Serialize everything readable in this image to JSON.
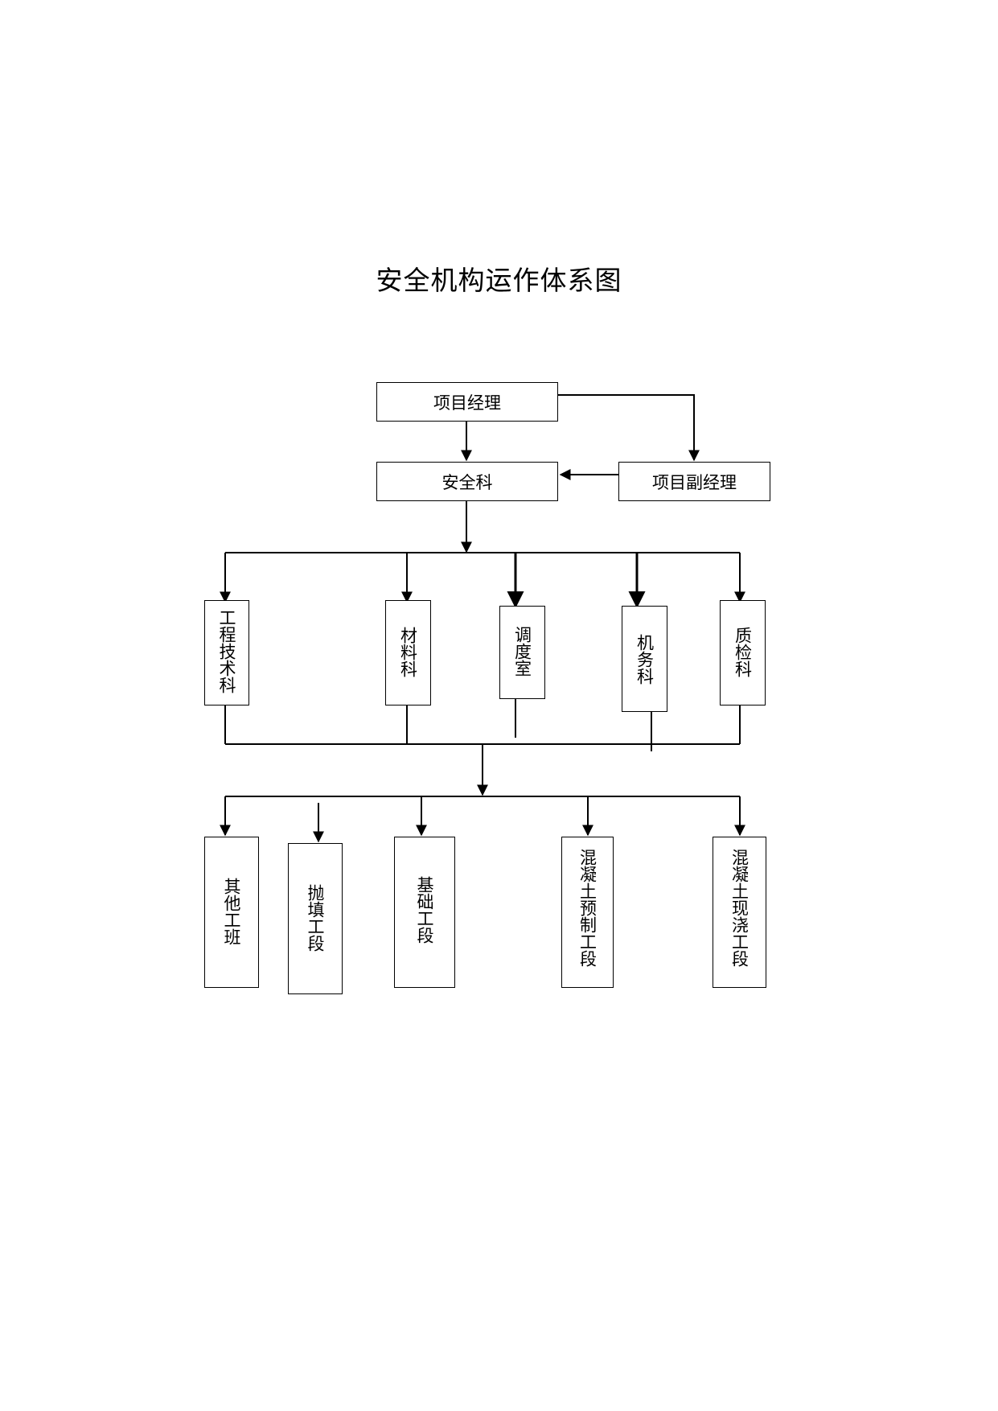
{
  "title": "安全机构运作体系图",
  "top": {
    "manager": "项目经理",
    "safety": "安全科",
    "deputy": "项目副经理"
  },
  "departments": [
    "工程技术科",
    "材料科",
    "调度室",
    "机务科",
    "质检科"
  ],
  "teams": [
    "其他工班",
    "抛填工段",
    "基础工段",
    "混凝土预制工段",
    "混凝土现浇工段"
  ]
}
